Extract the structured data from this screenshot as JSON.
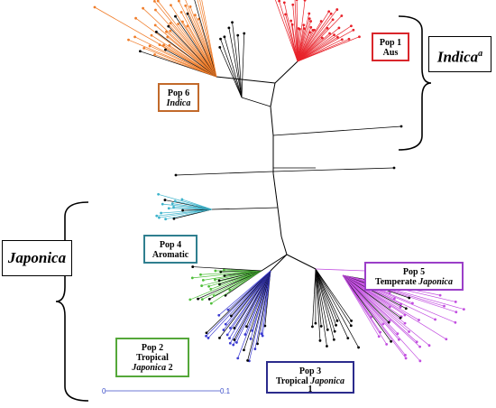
{
  "colors": {
    "pop1": "#e8222a",
    "pop2": "#4fbf3a",
    "pop3": "#3b3bd1",
    "pop4": "#3fb4cc",
    "pop5": "#c24ee0",
    "pop6": "#f07d2a",
    "branch": "#000000",
    "scale": "#3b4ec9",
    "box_pop1": "#d9262b",
    "box_pop2": "#55a83a",
    "box_pop3": "#2b2b8c",
    "box_pop4": "#2f7f8f",
    "box_pop5": "#9b3fc8",
    "box_pop6": "#c26a2b"
  },
  "groups": {
    "indica": {
      "label": "Indica",
      "superscript": "a"
    },
    "japonica": {
      "label": "Japonica"
    }
  },
  "pops": {
    "pop1": {
      "line1": "Pop 1",
      "line2": "Aus"
    },
    "pop6": {
      "line1": "Pop 6",
      "line2": "Indica"
    },
    "pop4": {
      "line1": "Pop 4",
      "line2": "Aromatic"
    },
    "pop5": {
      "line1": "Pop 5",
      "line2a": "Temperate",
      "line2b": "Japonica"
    },
    "pop2": {
      "line1": "Pop 2",
      "line2": "Tropical",
      "line3a": "Japonica",
      "line3b": "2"
    },
    "pop3": {
      "line1": "Pop 3",
      "line2a": "Tropical",
      "line2b": "Japonica",
      "line3": "1"
    }
  },
  "scale_bar": {
    "start": "0",
    "end": "0.1"
  }
}
